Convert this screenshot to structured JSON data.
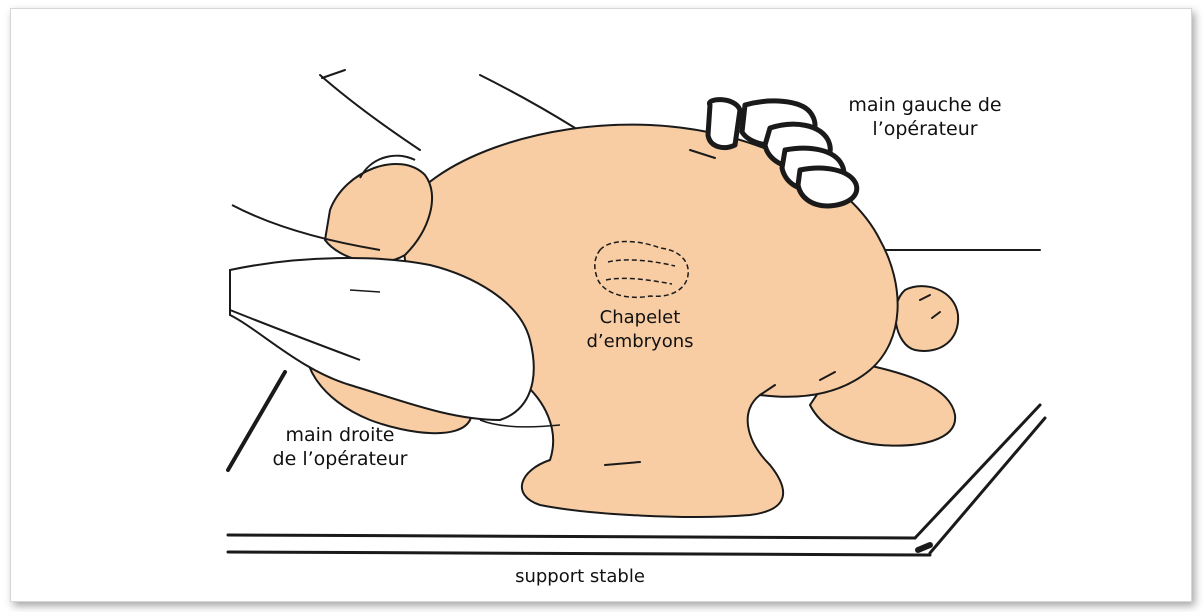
{
  "labels": {
    "left_hand_line1": "main gauche de",
    "left_hand_line2": "l’opérateur",
    "right_hand_line1": "main droite",
    "right_hand_line2": "de l’opérateur",
    "embryos_line1": "Chapelet",
    "embryos_line2": "d’embryons",
    "support": "support stable"
  },
  "colors": {
    "body_fill": "#f8cda4",
    "outline": "#1a1a1a",
    "background": "#ffffff"
  }
}
